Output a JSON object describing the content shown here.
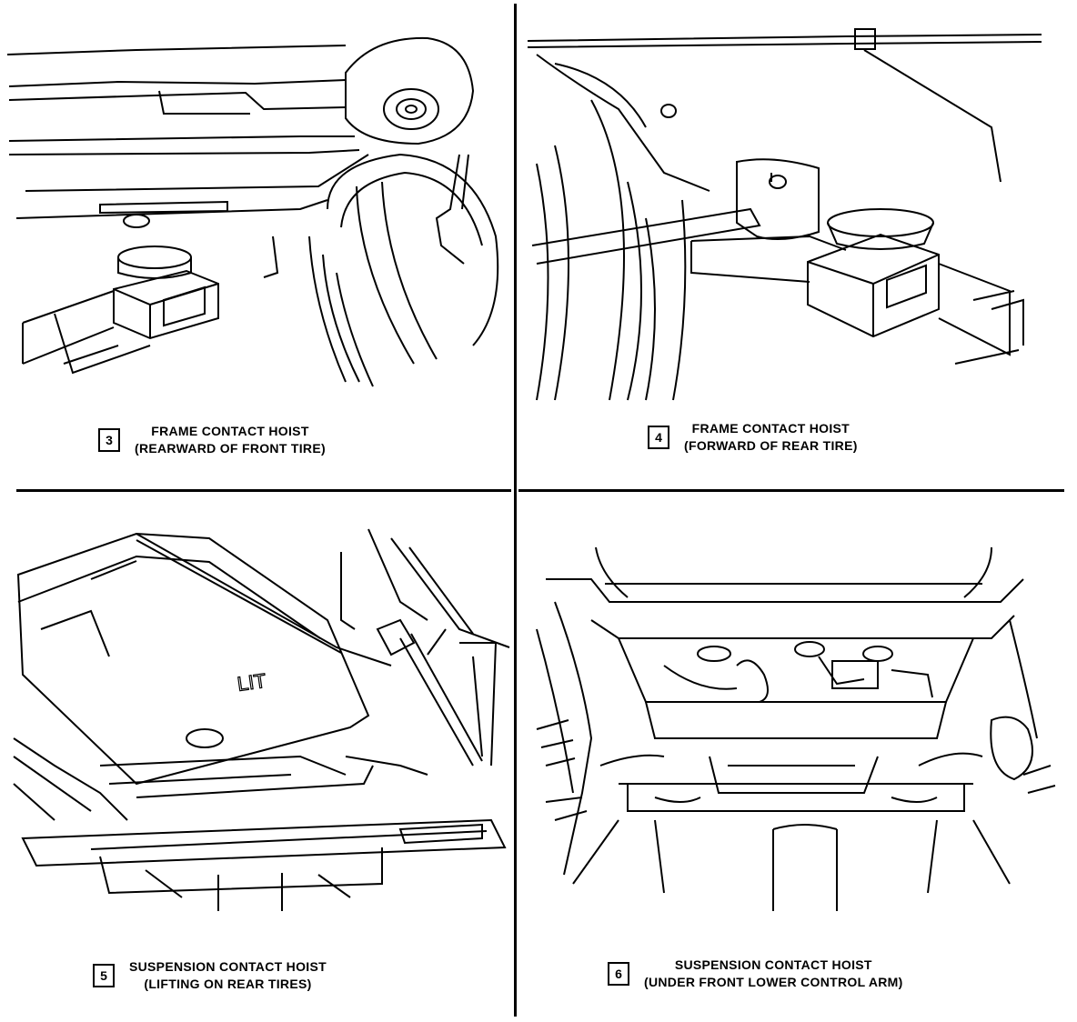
{
  "panels": [
    {
      "number": "3",
      "title": "FRAME CONTACT HOIST",
      "subtitle": "(REARWARD OF FRONT TIRE)"
    },
    {
      "number": "4",
      "title": "FRAME CONTACT HOIST",
      "subtitle": "(FORWARD OF REAR TIRE)"
    },
    {
      "number": "5",
      "title": "SUSPENSION CONTACT HOIST",
      "subtitle": "(LIFTING ON REAR TIRES)"
    },
    {
      "number": "6",
      "title": "SUSPENSION CONTACT HOIST",
      "subtitle": "(UNDER FRONT LOWER CONTROL ARM)"
    }
  ]
}
